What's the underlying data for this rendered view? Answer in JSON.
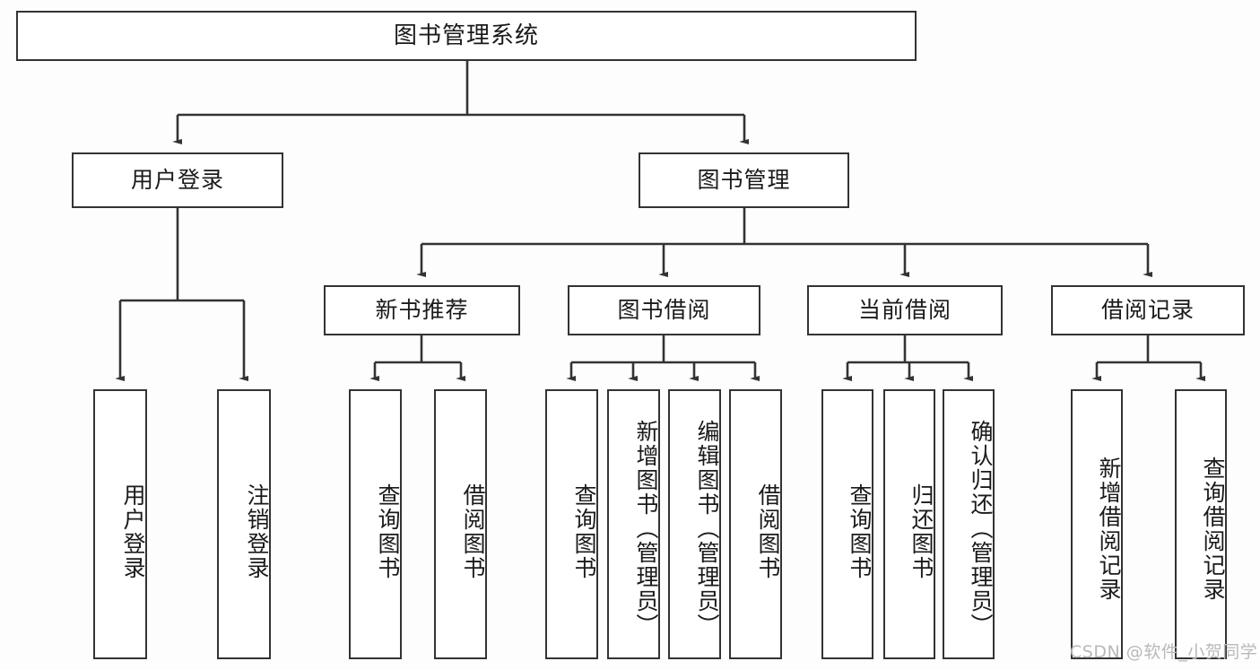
{
  "diagram": {
    "type": "tree-hierarchy",
    "title": "图书管理系统",
    "root": {
      "label": "图书管理系统"
    },
    "level2": [
      {
        "label": "用户登录"
      },
      {
        "label": "图书管理"
      }
    ],
    "level3": [
      {
        "label": "新书推荐"
      },
      {
        "label": "图书借阅"
      },
      {
        "label": "当前借阅"
      },
      {
        "label": "借阅记录"
      }
    ],
    "leaves": {
      "user_login": [
        {
          "label": "用户登录"
        },
        {
          "label": "注销登录"
        }
      ],
      "new_book_recommend": [
        {
          "label": "查询图书"
        },
        {
          "label": "借阅图书"
        }
      ],
      "book_borrow": [
        {
          "label": "查询图书"
        },
        {
          "label": "新增图书（管理员）"
        },
        {
          "label": "编辑图书（管理员）"
        },
        {
          "label": "借阅图书"
        }
      ],
      "current_borrow": [
        {
          "label": "查询图书"
        },
        {
          "label": "归还图书"
        },
        {
          "label": "确认归还（管理员）"
        }
      ],
      "borrow_record": [
        {
          "label": "新增借阅记录"
        },
        {
          "label": "查询借阅记录"
        }
      ]
    },
    "watermark": "CSDN @软件_小贺同学",
    "colors": {
      "stroke": "#333333",
      "fill": "#ffffff",
      "text": "#1a1a1a",
      "watermark": "#b9b9b9"
    }
  }
}
